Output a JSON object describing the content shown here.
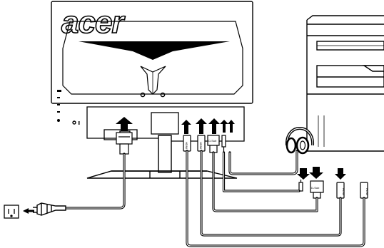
{
  "brand": {
    "logo_text": "acer"
  },
  "connectors": {
    "hdmi_label": "HDMI",
    "dsub_label": "D-Sub"
  },
  "icons": {
    "monitor": "monitor-back-view",
    "pc": "desktop-tower-icon",
    "headphones": "headphones-icon",
    "outlet": "power-outlet-icon",
    "plug": "power-plug-icon",
    "arrow": "arrow-icon"
  },
  "colors": {
    "ink": "#000000",
    "background": "#ffffff"
  }
}
